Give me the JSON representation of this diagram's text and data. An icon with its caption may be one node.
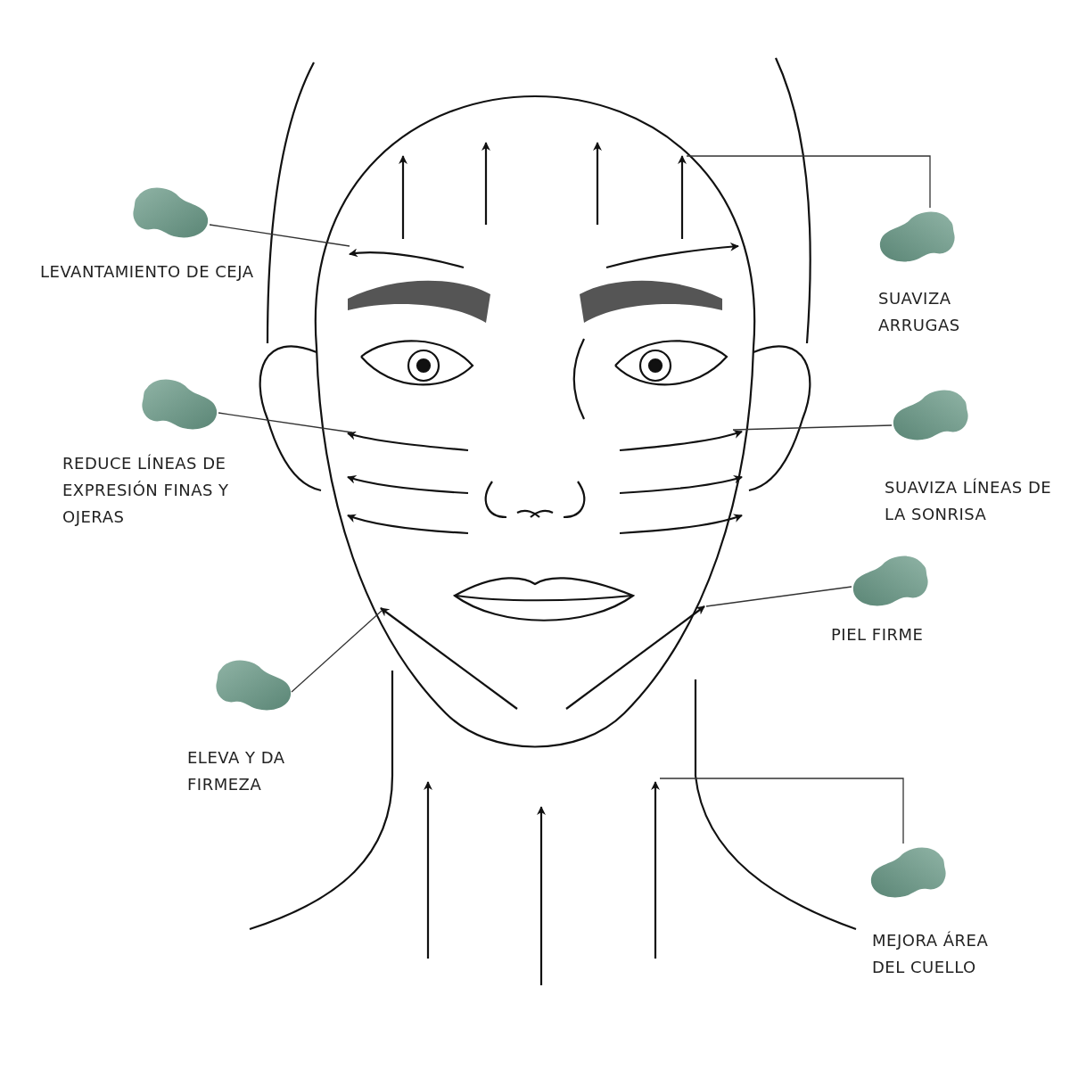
{
  "diagram": {
    "nodes": [
      {
        "text": [],
        "shape": "picture",
        "beside": [
          "LEVANTAMIENTO DE CEJA"
        ]
      },
      {
        "text": [],
        "shape": "picture",
        "beside": [
          "SUAVIZA ARRUGAS"
        ]
      },
      {
        "text": [],
        "shape": "picture",
        "beside": [
          "REDUCE LÍNEAS DE EXPRESIÓN FINAS Y OJERAS"
        ]
      },
      {
        "text": [],
        "shape": "picture",
        "beside": [
          "SUAVIZA LÍNEAS DE LA SONRISA"
        ]
      },
      {
        "text": [],
        "shape": "picture",
        "beside": [
          "PIEL FIRME"
        ]
      },
      {
        "text": [],
        "shape": "picture",
        "beside": [
          "ELEVA Y DA FIRMEZA"
        ]
      },
      {
        "text": [],
        "shape": "picture",
        "beside": [
          "MEJORA ÁREA DEL CUELLO"
        ]
      }
    ],
    "edges": [
      {
        "from": 0,
        "to": null,
        "arrow": "none"
      },
      {
        "from": 1,
        "to": null,
        "arrow": "none"
      },
      {
        "from": 2,
        "to": null,
        "arrow": "none"
      },
      {
        "from": 3,
        "to": null,
        "arrow": "none"
      },
      {
        "from": 4,
        "to": null,
        "arrow": "none"
      },
      {
        "from": 5,
        "to": null,
        "arrow": "none"
      },
      {
        "from": 6,
        "to": null,
        "arrow": "none"
      }
    ]
  }
}
